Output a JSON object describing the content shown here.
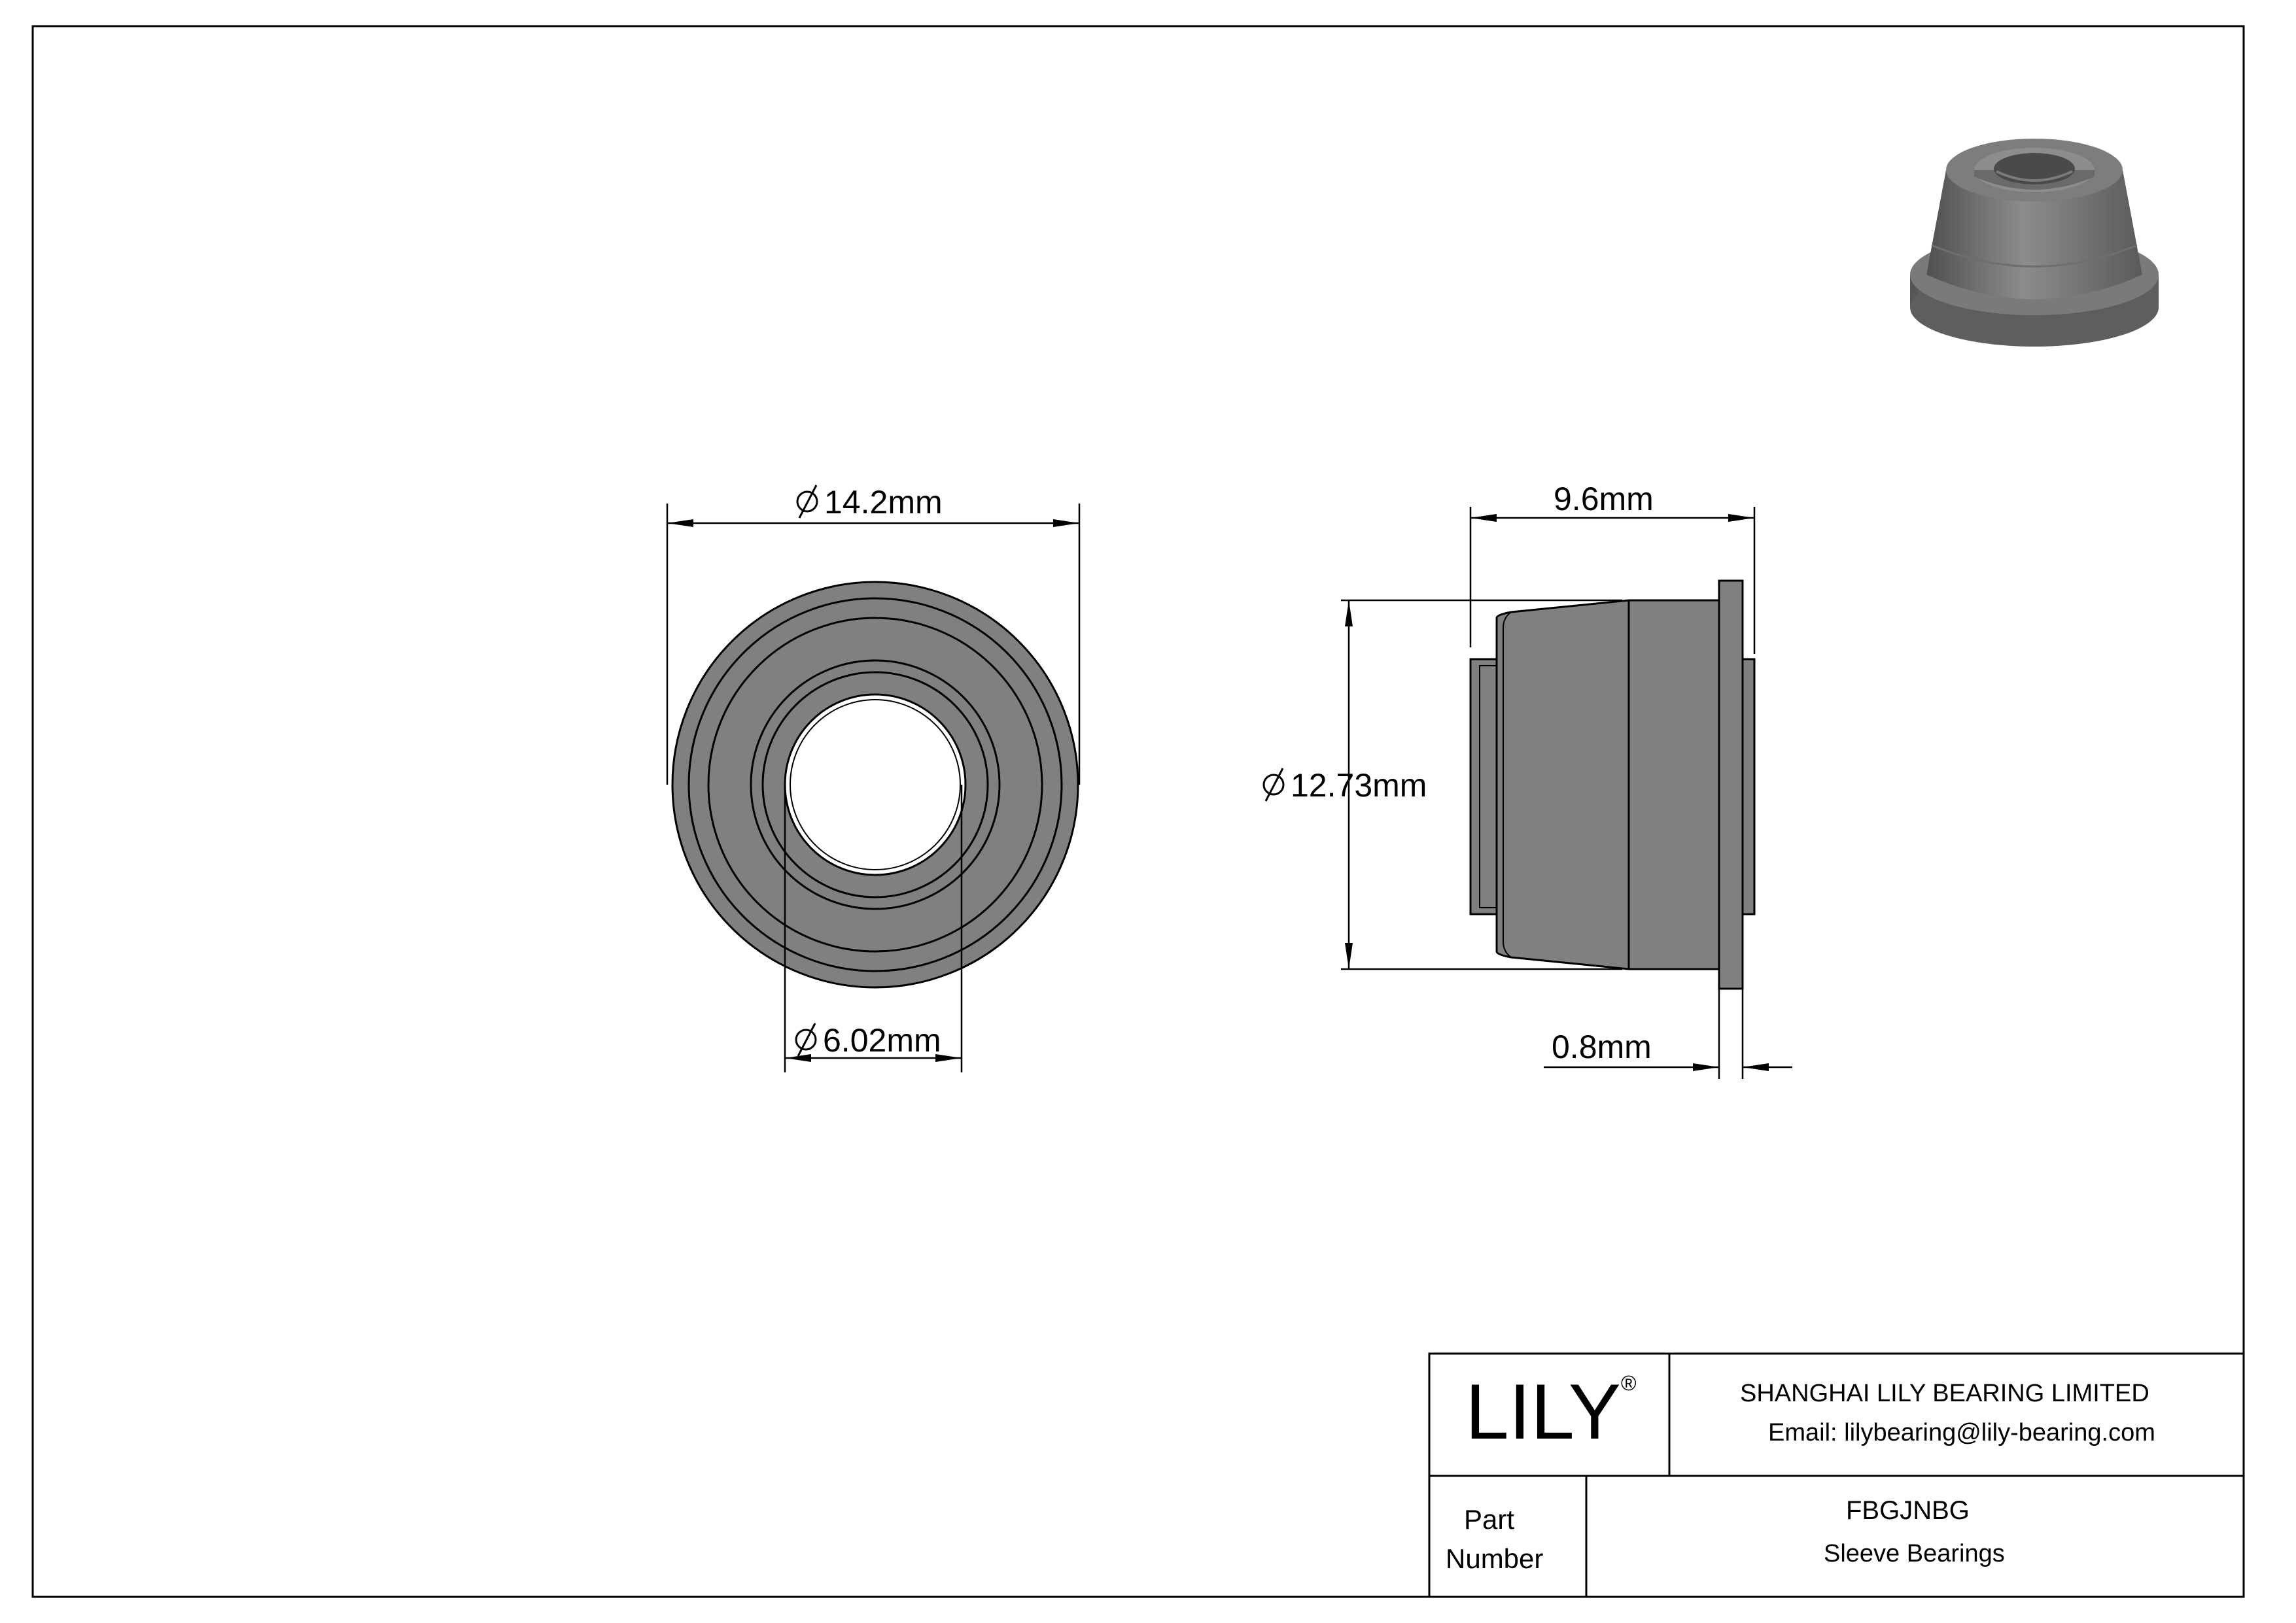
{
  "dimensions": {
    "outer_diameter": "14.2mm",
    "bore_diameter": "6.02mm",
    "length": "9.6mm",
    "body_diameter": "12.73mm",
    "flange_thickness": "0.8mm"
  },
  "title_block": {
    "logo": "LILY",
    "registered": "®",
    "company": "SHANGHAI LILY BEARING LIMITED",
    "email": "Email: lilybearing@lily-bearing.com",
    "part_label_1": "Part",
    "part_label_2": "Number",
    "part_number": "FBGJNBG",
    "category": "Sleeve Bearings"
  },
  "colors": {
    "line": "#000000",
    "part_fill": "#808080",
    "render_dark": "#5f5f5f",
    "render_light": "#8a8a8a"
  }
}
